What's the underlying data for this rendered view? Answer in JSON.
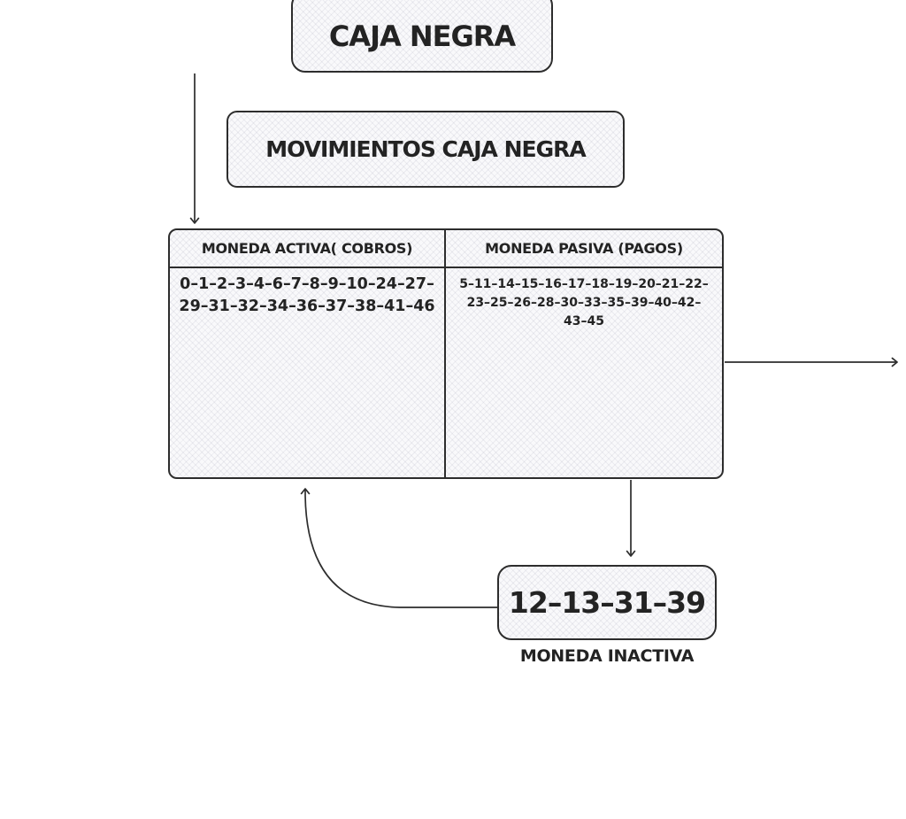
{
  "nodes": {
    "caja_negra": {
      "label": "CAJA NEGRA"
    },
    "movimientos": {
      "label": "MOVIMIENTOS CAJA NEGRA"
    },
    "table": {
      "columns": [
        {
          "header": "MONEDA ACTIVA( COBROS)",
          "values": "0–1–2–3–4–6–7–8–9–10–24–27–29–31–32–34–36–37–38–41–46"
        },
        {
          "header": "MONEDA PASIVA (PAGOS)",
          "values": "5–11–14–15–16–17–18–19–20–21–22–23–25–26–28–30–33–35–39–40–42–43–45"
        }
      ]
    },
    "inactiva": {
      "label": "12–13–31–39",
      "caption": "MONEDA INACTIVA"
    }
  },
  "connectors": {
    "top_to_table": "arrow from top into movements table",
    "table_to_right": "arrow exiting table to the right",
    "table_to_inactive": "arrow from table down to inactive coins box",
    "inactive_to_table": "curved arrow from inactive coins box back up to table"
  },
  "colors": {
    "stroke": "#2d2d2d",
    "text": "#232323",
    "box_fill": "#f9f9fb",
    "background": "#ffffff"
  }
}
